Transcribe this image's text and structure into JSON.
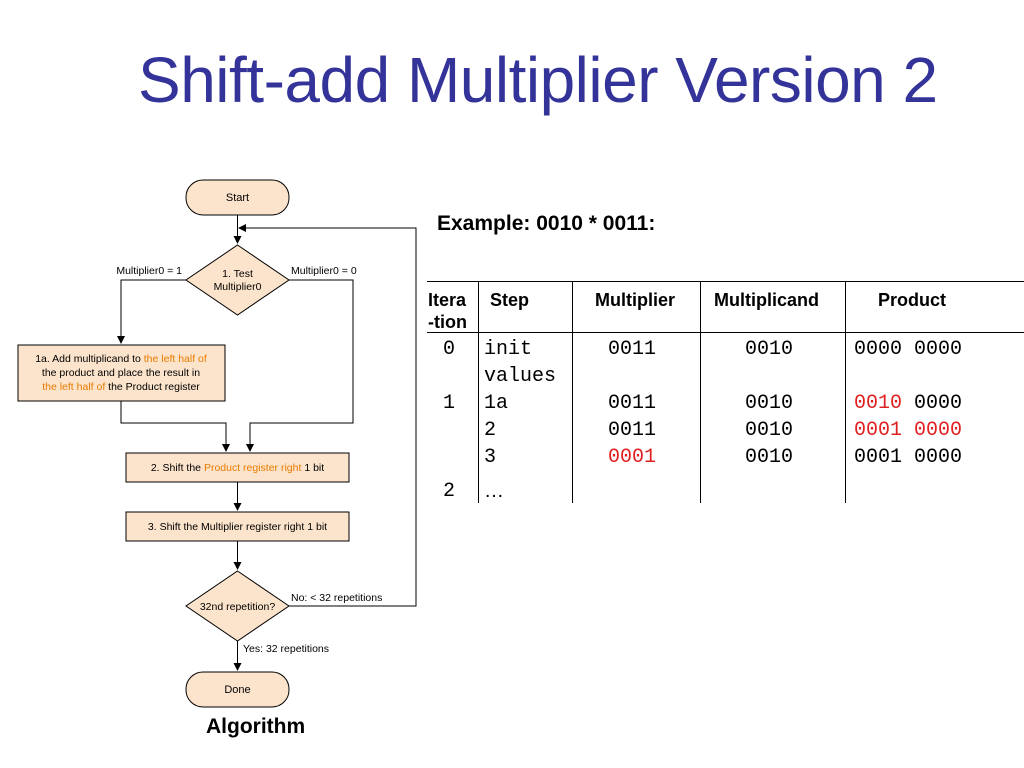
{
  "slide": {
    "title": "Shift-add Multiplier Version 2",
    "example": "Example: 0010 * 0011:",
    "algorithm_label": "Algorithm"
  },
  "flowchart": {
    "start": "Start",
    "test_line1": "1. Test",
    "test_line2": "Multiplier0",
    "label_eq1": "Multiplier0 = 1",
    "label_eq0": "Multiplier0 = 0",
    "step1a": {
      "line1_a": "1a. Add multiplicand to ",
      "line1_b": "the left half of",
      "line2": "the product and place the result in",
      "line3_a": "the left half of",
      "line3_b": " the Product register"
    },
    "step2": {
      "a": "2. Shift the ",
      "b": "Product register right",
      "c": " 1 bit"
    },
    "step3": "3. Shift the Multiplier register right 1 bit",
    "repeat": "32nd repetition?",
    "no_label": "No:  < 32 repetitions",
    "yes_label": "Yes:  32 repetitions",
    "done": "Done",
    "colors": {
      "box_fill": "#fce4cc",
      "highlight": "#e87b00"
    }
  },
  "table": {
    "headers": {
      "iter_1": "Itera",
      "iter_2": "-tion",
      "step": "Step",
      "multiplier": "Multiplier",
      "multiplicand": "Multiplicand",
      "product": "Product"
    },
    "rows": [
      {
        "iter": "0",
        "step": "init",
        "step2": "values",
        "multiplier": "0011",
        "multiplicand": "0010",
        "product_hi": "0000",
        "product_lo": "0000"
      },
      {
        "iter": "1",
        "step": "1a",
        "multiplier": "0011",
        "multiplicand": "0010",
        "product_hi": "0010",
        "product_lo": "0000"
      },
      {
        "iter": "",
        "step": "2",
        "multiplier": "0011",
        "multiplicand": "0010",
        "product_hi": "0001",
        "product_lo": "0000"
      },
      {
        "iter": "",
        "step": "3",
        "multiplier": "0001",
        "multiplicand": "0010",
        "product_hi": "0001",
        "product_lo": "0000"
      },
      {
        "iter": "2",
        "step": "…"
      }
    ],
    "highlight_color": "#e02020"
  }
}
